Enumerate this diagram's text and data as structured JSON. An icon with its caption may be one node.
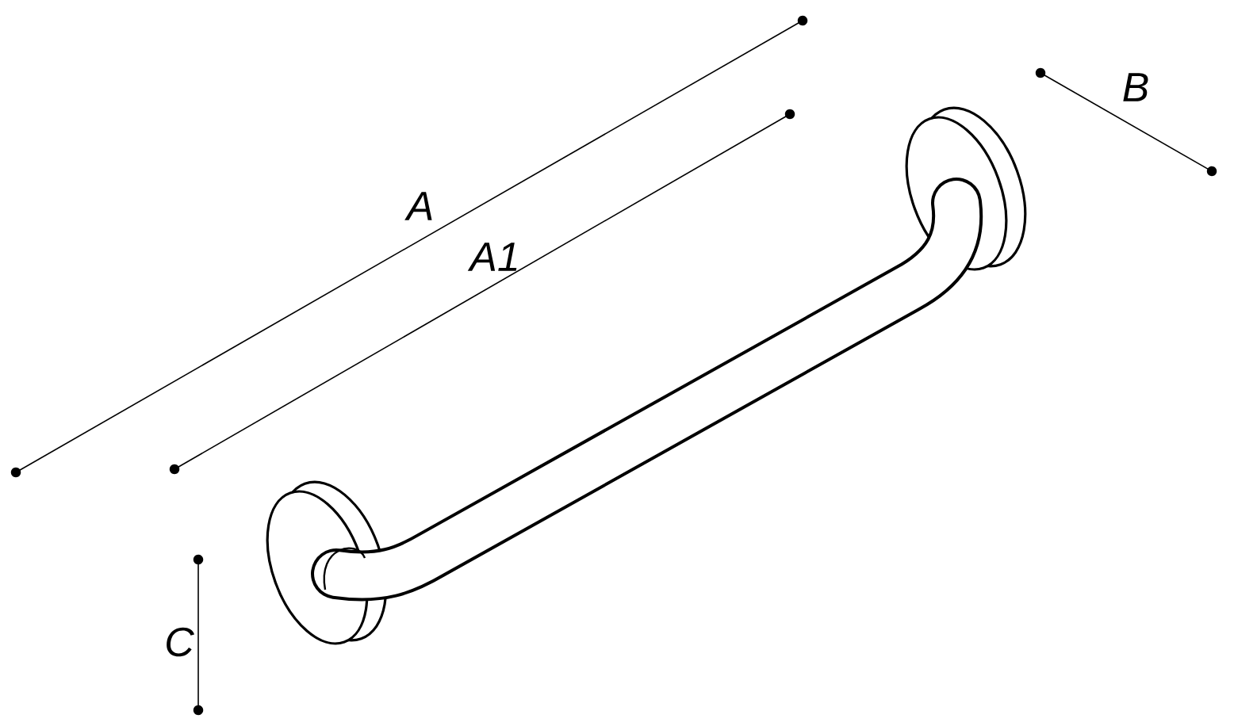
{
  "diagram": {
    "labels": [
      "A",
      "A1",
      "B",
      "C"
    ]
  }
}
